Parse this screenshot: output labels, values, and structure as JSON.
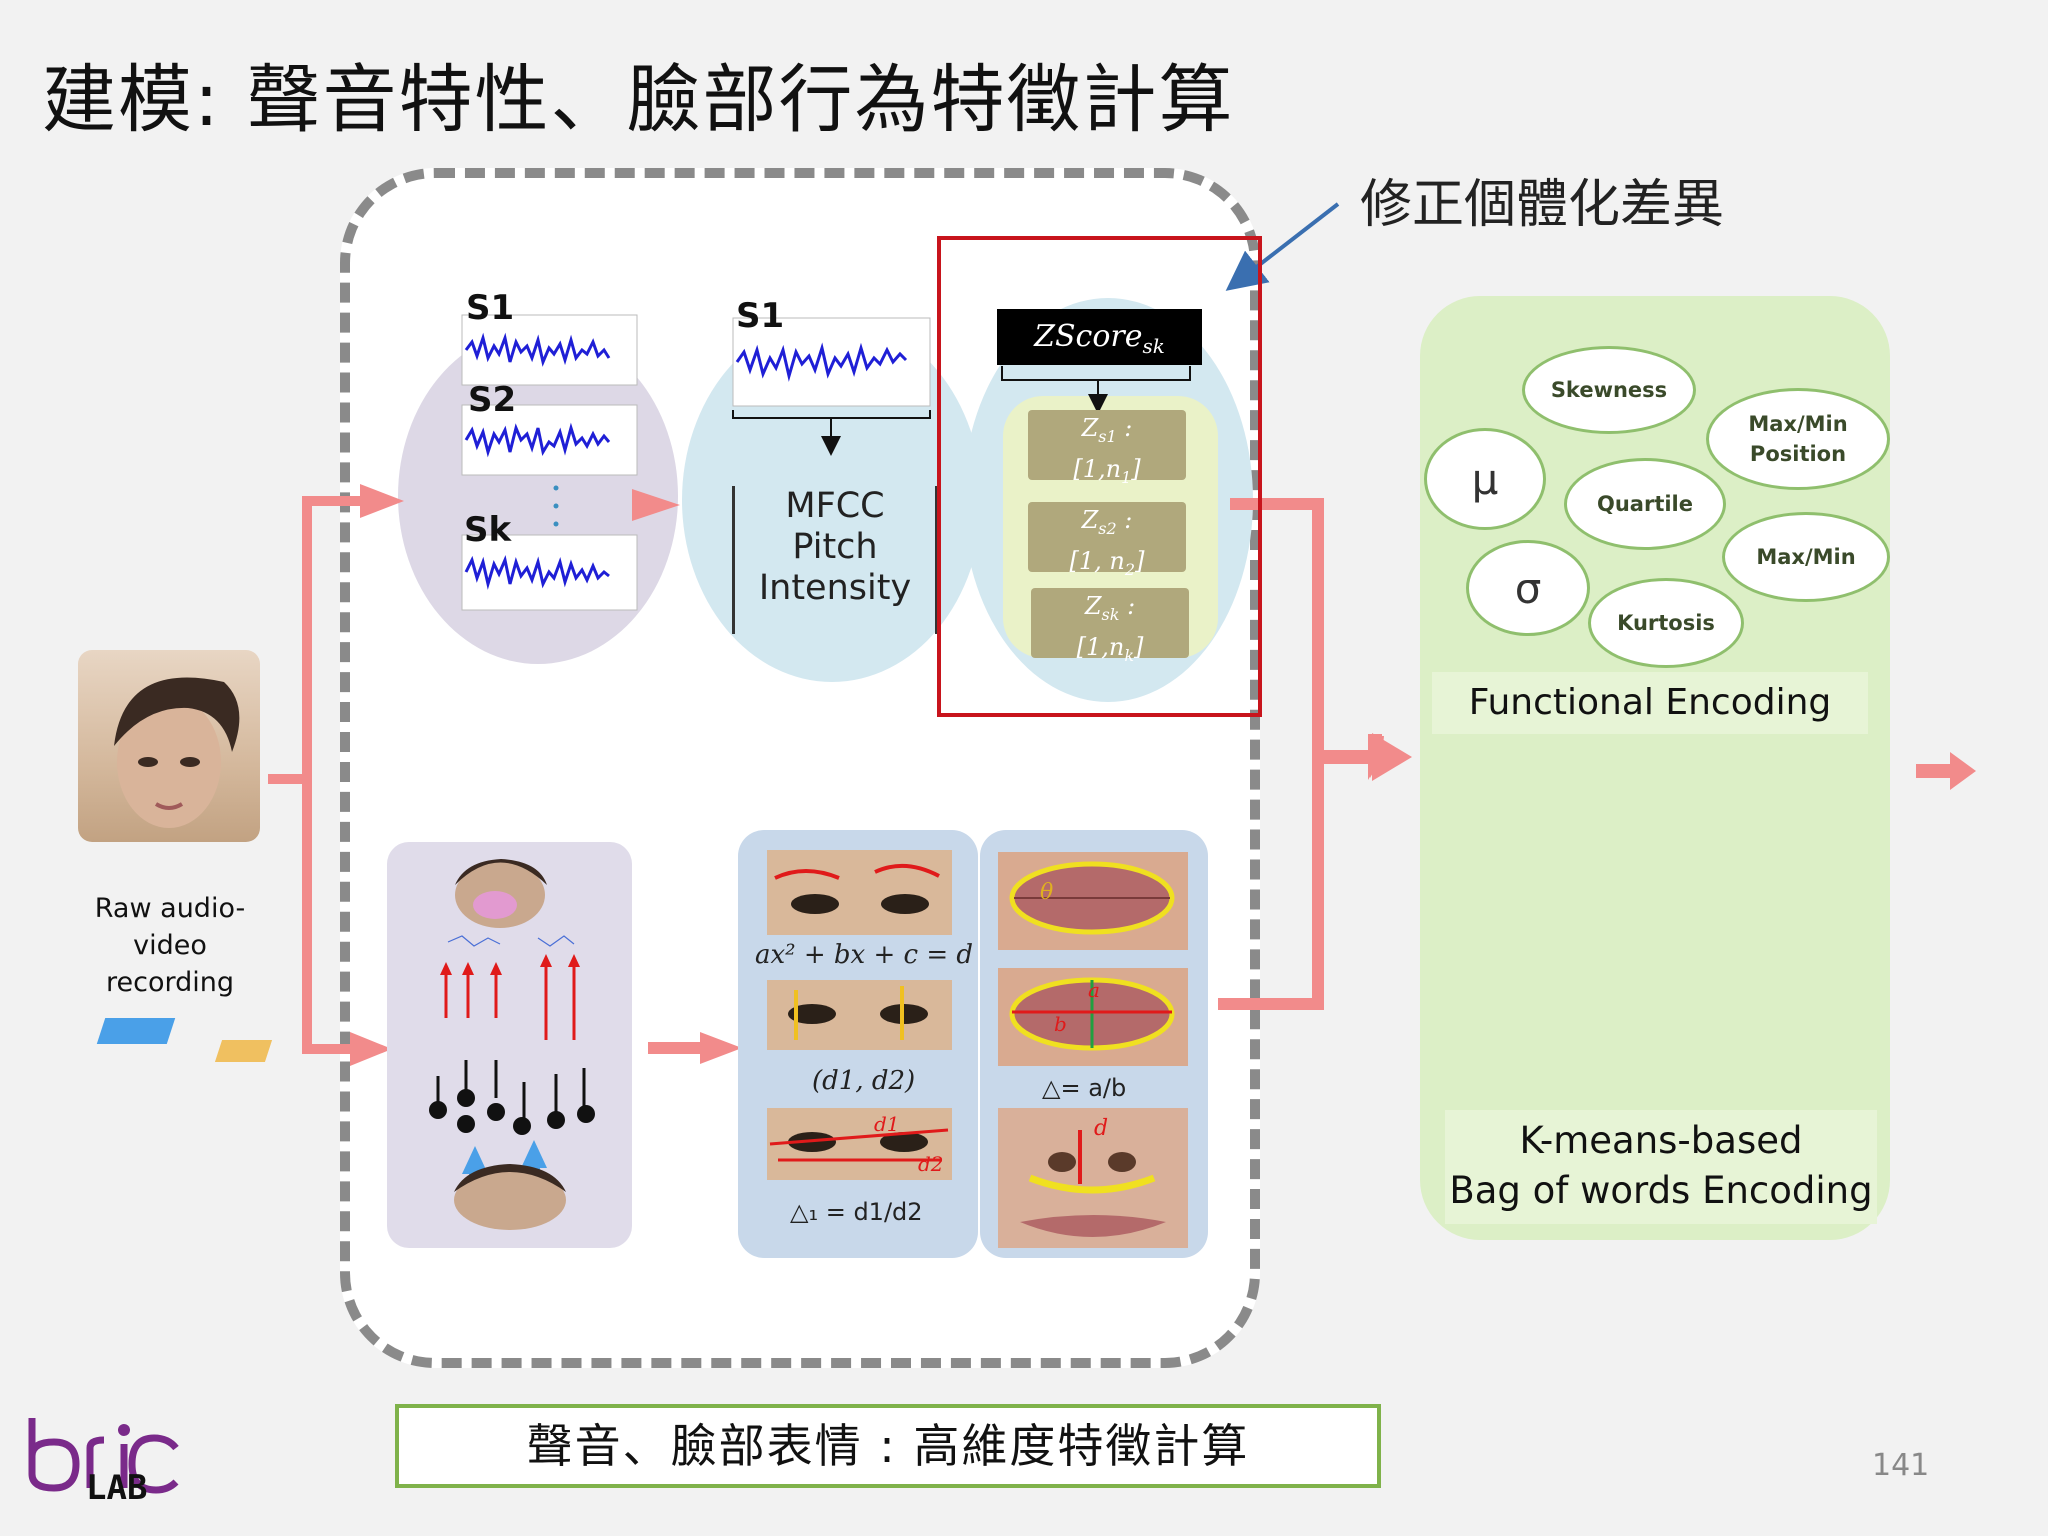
{
  "title": "建模: 聲音特性、臉部行為特徵計算",
  "annotation": "修正個體化差異",
  "input": {
    "label_line1": "Raw audio-video",
    "label_line2": "recording"
  },
  "signals": {
    "s1": "S1",
    "s2": "S2",
    "sk": "Sk",
    "s1_second": "S1"
  },
  "features": {
    "line1": "MFCC",
    "line2": "Pitch",
    "line3": "Intensity"
  },
  "zscore": {
    "header": "ZScore",
    "header_sub": "sk",
    "cells": [
      {
        "name": "Z",
        "sub": "s1",
        "range": "[1,n",
        "range_sub": "1",
        "close": "]"
      },
      {
        "name": "Z",
        "sub": "s2",
        "range": "[1, n",
        "range_sub": "2",
        "close": "]"
      },
      {
        "name": "Z",
        "sub": "sk",
        "range": "[1,n",
        "range_sub": "k",
        "close": "]"
      }
    ]
  },
  "face_features": {
    "eyebrow_eq": "ax² + bx + c = d",
    "eye_pair": "(d1, d2)",
    "eye_ratio": "△₁ = d1/d2",
    "mouth_ratio": "△= a/b",
    "theta": "θ",
    "a": "a",
    "b": "b",
    "d": "d",
    "d1": "d1",
    "d2": "d2"
  },
  "functionals": {
    "items": [
      "Skewness",
      "Max/Min Position",
      "μ",
      "Quartile",
      "Max/Min",
      "σ",
      "Kurtosis"
    ],
    "label": "Functional Encoding"
  },
  "kmeans": {
    "line1": "K-means-based",
    "line2": "Bag of words Encoding"
  },
  "bottom_caption": "聲音、臉部表情 : 高維度特徵計算",
  "page_number": "141",
  "logo": {
    "text": "LAB"
  },
  "colors": {
    "arrow": "#f28b8b",
    "red_frame": "#c8141c",
    "green_panel": "#dcefc6",
    "waveform": "#1f1fd6"
  }
}
